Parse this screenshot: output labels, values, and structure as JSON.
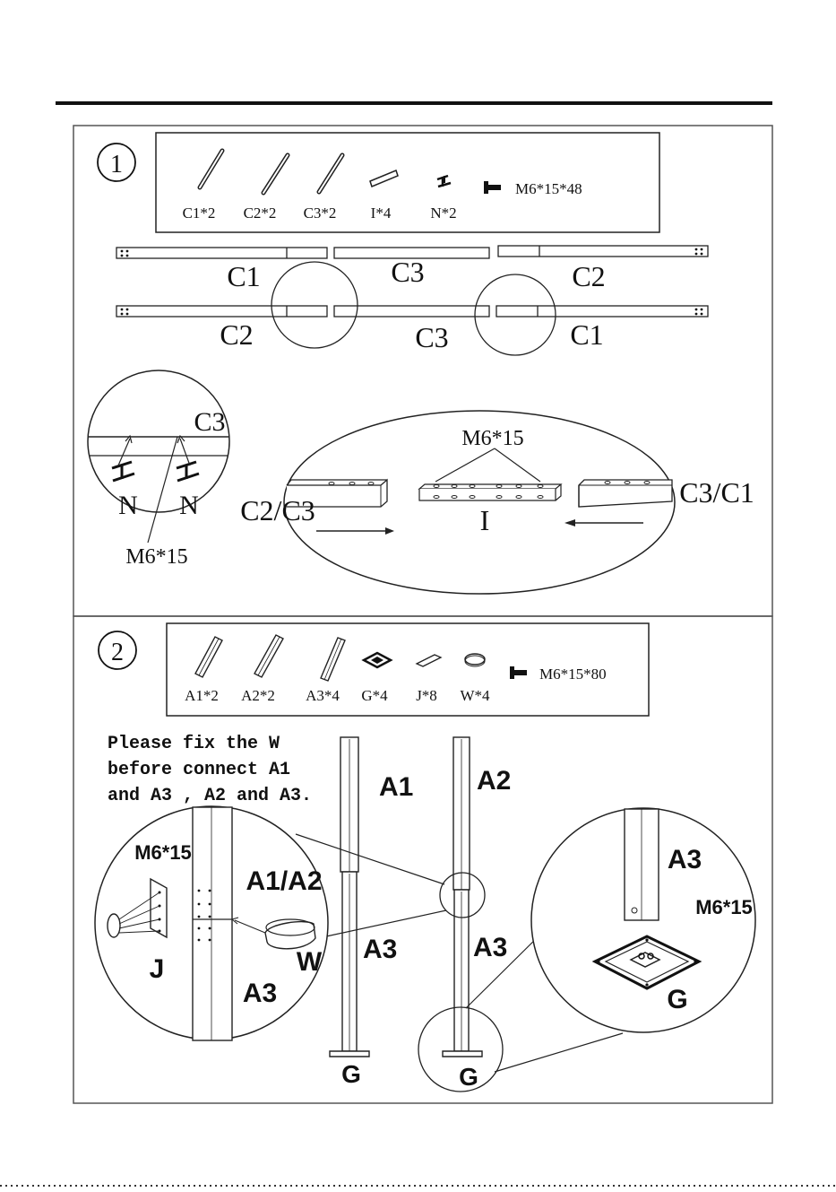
{
  "step1": {
    "number": "1",
    "parts": [
      {
        "label": "C1*2"
      },
      {
        "label": "C2*2"
      },
      {
        "label": "C3*2"
      },
      {
        "label": "I*4"
      },
      {
        "label": "N*2"
      }
    ],
    "screw": "M6*15*48",
    "rails": {
      "top": [
        "C1",
        "C3",
        "C2"
      ],
      "bottom": [
        "C2",
        "C3",
        "C1"
      ]
    },
    "detail_left": {
      "tube": "C3",
      "bracket_left": "N",
      "bracket_right": "N",
      "screw": "M6*15"
    },
    "detail_right": {
      "screw": "M6*15",
      "left": "C2/C3",
      "center": "I",
      "right": "C3/C1"
    }
  },
  "step2": {
    "number": "2",
    "parts": [
      {
        "label": "A1*2"
      },
      {
        "label": "A2*2"
      },
      {
        "label": "A3*4"
      },
      {
        "label": "G*4"
      },
      {
        "label": "J*8"
      },
      {
        "label": "W*4"
      }
    ],
    "screw": "M6*15*80",
    "note": [
      "Please fix the W",
      "before connect A1",
      "and A3 , A2 and A3."
    ],
    "poles": {
      "left": {
        "top": "A1",
        "bottom": "A3",
        "base": "G"
      },
      "right": {
        "top": "A2",
        "bottom": "A3",
        "base": "G"
      }
    },
    "detail_left": {
      "screw": "M6*15",
      "upper": "A1/A2",
      "lower": "A3",
      "bracket": "J",
      "ring": "W"
    },
    "detail_right": {
      "pole": "A3",
      "screw": "M6*15",
      "base": "G"
    }
  }
}
